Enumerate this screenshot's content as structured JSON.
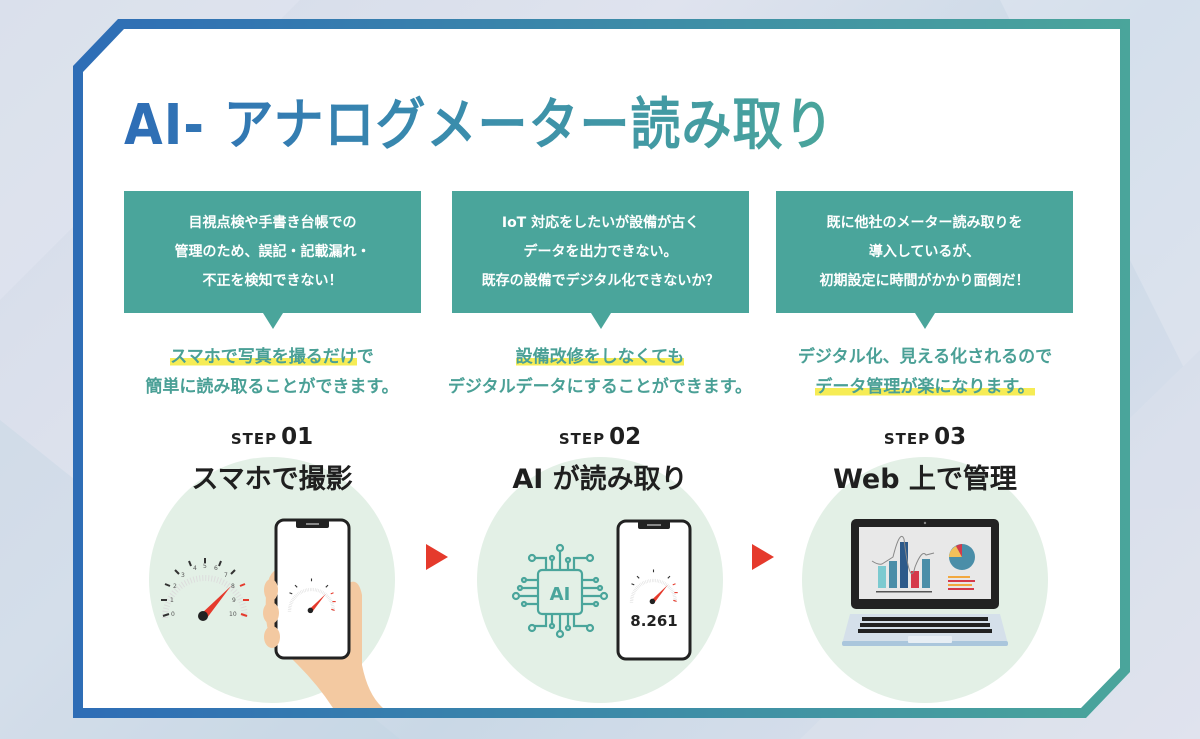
{
  "title": "AI- アナログメーター読み取り",
  "colors": {
    "frame_start": "#2e6db6",
    "frame_end": "#4aa59b",
    "bubble": "#4aa59b",
    "solution_text": "#4aa096",
    "highlight": "#f6ec55",
    "circle_bg": "#e3f0e6",
    "arrow": "#e53a2c"
  },
  "problems": [
    {
      "lines": [
        "目視点検や手書き台帳での",
        "管理のため、誤記・記載漏れ・",
        "不正を検知できない！"
      ]
    },
    {
      "lines": [
        "IoT 対応をしたいが設備が古く",
        "データを出力できない。",
        "既存の設備でデジタル化できないか？"
      ]
    },
    {
      "lines": [
        "既に他社のメーター読み取りを",
        "導入しているが、",
        "初期設定に時間がかかり面倒だ！"
      ]
    }
  ],
  "solutions": [
    {
      "line1_highlight": "スマホで写真を撮るだけ",
      "line1_rest": "で",
      "line2": "簡単に読み取ることができます。"
    },
    {
      "line1_highlight": "設備改修をしなくても",
      "line1_rest": "",
      "line2": "デジタルデータにすることができます。"
    },
    {
      "line1": "デジタル化、見える化されるので",
      "line2_highlight": "データ管理が楽になります。"
    }
  ],
  "steps": [
    {
      "label": "STEP",
      "number": "01",
      "title": "スマホで撮影",
      "icon": "smartphone-camera-meter-icon"
    },
    {
      "label": "STEP",
      "number": "02",
      "title": "AI が読み取り",
      "icon": "ai-chip-icon",
      "chip_text": "AI",
      "reading": "8.261"
    },
    {
      "label": "STEP",
      "number": "03",
      "title": "Web 上で管理",
      "icon": "laptop-dashboard-icon"
    }
  ],
  "gauge_ticks": [
    "0",
    "1",
    "2",
    "3",
    "4",
    "5",
    "6",
    "7",
    "8",
    "9",
    "10"
  ]
}
